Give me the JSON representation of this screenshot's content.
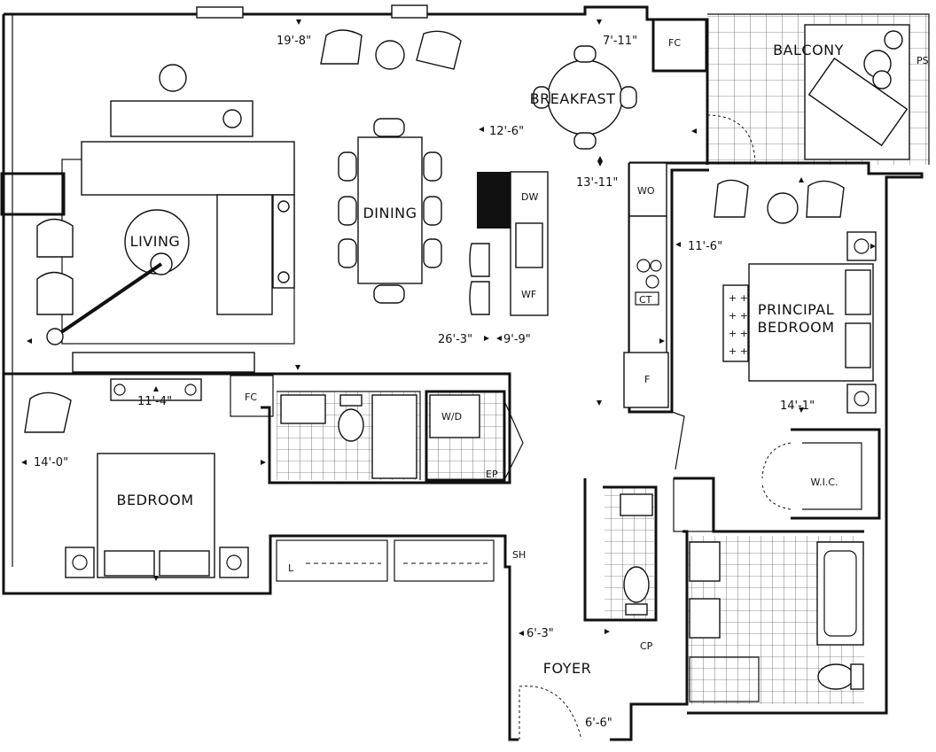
{
  "rooms": {
    "balcony": "BALCONY",
    "breakfast": "BREAKFAST",
    "dining": "DINING",
    "living": "LIVING",
    "principal_bedroom_line1": "PRINCIPAL",
    "principal_bedroom_line2": "BEDROOM",
    "bedroom": "BEDROOM",
    "foyer": "FOYER",
    "wic": "W.I.C."
  },
  "dimensions": {
    "living_width": "19'-8\"",
    "breakfast_width": "7'-11\"",
    "dining_depth": "12'-6\"",
    "breakfast_depth": "13'-11\"",
    "principal_depth": "11'-6\"",
    "overall_length": "26'-3\"",
    "kitchen_width": "9'-9\"",
    "bedroom_width": "11'-4\"",
    "bedroom_depth": "14'-0\"",
    "principal_width": "14'-1\"",
    "foyer_width": "6'-3\"",
    "foyer_depth": "6'-6\""
  },
  "fixtures": {
    "fc": "FC",
    "fc2": "FC",
    "dw": "DW",
    "wf": "WF",
    "wo": "WO",
    "ct": "CT",
    "fridge": "F",
    "wd": "W/D",
    "ep": "EP",
    "linen": "L",
    "sh": "SH",
    "cp": "CP",
    "ps": "PS"
  }
}
